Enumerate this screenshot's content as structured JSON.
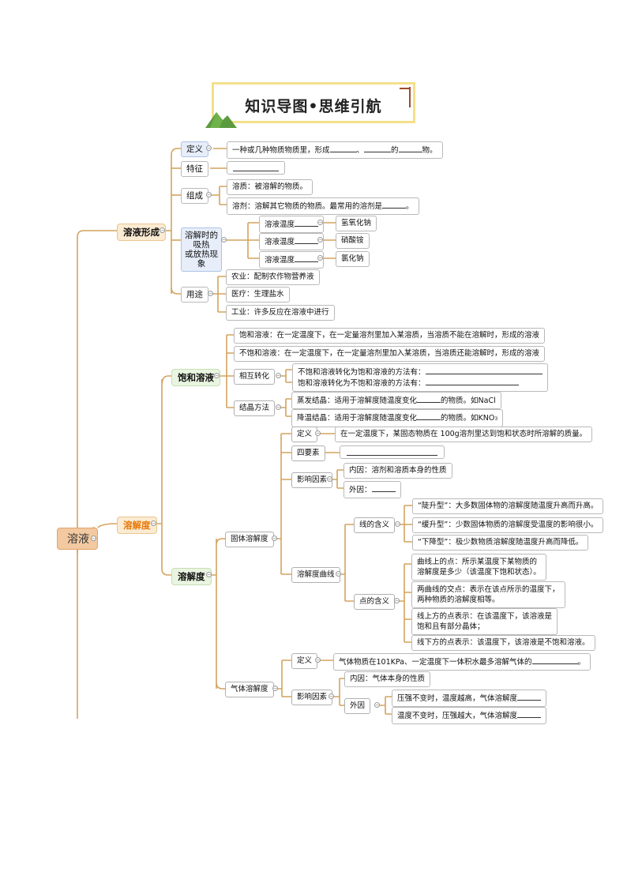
{
  "title": "知识导图•思维引航",
  "root": "溶液",
  "b1": {
    "label": "溶液形成",
    "def": {
      "label": "定义",
      "text_a": "一种或几种物质物质里，形成",
      "text_b": "、",
      "text_c": "的",
      "text_d": "物。"
    },
    "feat": {
      "label": "特征"
    },
    "comp": {
      "label": "组成",
      "solute": "溶质：被溶解的物质。",
      "solvent_a": "溶剂：溶解其它物质的物质。最常用的溶剂是",
      "solvent_b": "。"
    },
    "heat": {
      "label_1": "溶解时的吸热",
      "label_2": "或放热现象",
      "rows": [
        {
          "temp": "溶液温度",
          "sub": "氢氧化钠"
        },
        {
          "temp": "溶液温度",
          "sub": "硝酸铵"
        },
        {
          "temp": "溶液温度",
          "sub": "氯化钠"
        }
      ]
    },
    "use": {
      "label": "用途",
      "items": [
        "农业：配制农作物营养液",
        "医疗：生理盐水",
        "工业：许多反应在溶液中进行"
      ]
    }
  },
  "b2": {
    "label": "饱和溶液",
    "sat": "饱和溶液：在一定温度下，在一定量溶剂里加入某溶质，当溶质不能在溶解时，形成的溶液",
    "unsat": "不饱和溶液：在一定温度下，在一定量溶剂里加入某溶质，当溶质还能溶解时，形成的溶液",
    "conv": {
      "label": "相互转化",
      "l1": "不饱和溶液转化为饱和溶液的方法有：",
      "l2": "饱和溶液转化为不饱和溶液的方法有："
    },
    "cryst": {
      "label": "结晶方法",
      "evap": "蒸发结晶：适用于溶解度随温度变化",
      "evap_b": "的物质。如NaCl",
      "cool": "降温结晶：适用于溶解度随温度变化",
      "cool_b": "的物质。如KNO",
      "cool_sub": "3"
    }
  },
  "b3": {
    "label": "溶解度",
    "sub": "溶解度",
    "solid": {
      "label": "固体溶解度",
      "def": {
        "label": "定义",
        "text": "在一定温度下，某固态物质在 100g溶剂里达到饱和状态时所溶解的质量。"
      },
      "four": {
        "label": "四要素"
      },
      "factor": {
        "label": "影响因素",
        "inner": "内因：溶剂和溶质本身的性质",
        "outer": "外因："
      },
      "curve": {
        "label": "溶解度曲线",
        "line": {
          "label": "线的含义",
          "items": [
            "“陡升型”：大多数固体物的溶解度随温度升高而升高。",
            "“缓升型”：少数固体物质的溶解度受温度的影响很小。",
            "“下降型”：极少数物质溶解度随温度升高而降低。"
          ]
        },
        "point": {
          "label": "点的含义",
          "p1a": "曲线上的点：所示某温度下某物质的",
          "p1b": "溶解度是多少（该温度下饱和状态）。",
          "p2a": "两曲线的交点：表示在该点所示的温度下，",
          "p2b": "两种物质的溶解度相等。",
          "p3a": "线上方的点表示：在该温度下，该溶液是",
          "p3b": "饱和且有部分晶体；",
          "p4": "线下方的点表示：该温度下，该溶液是不饱和溶液。"
        }
      }
    },
    "gas": {
      "label": "气体溶解度",
      "def": {
        "label": "定义",
        "text": "气体物质在101KPa、一定温度下一体积水最多溶解气体的",
        "end": "。"
      },
      "factor": {
        "label": "影响因素",
        "inner": "内因：气体本身的性质",
        "outer": "外因",
        "o1": "压强不变时，温度越高，气体溶解度",
        "o2": "温度不变时，压强越大，气体溶解度"
      }
    }
  }
}
